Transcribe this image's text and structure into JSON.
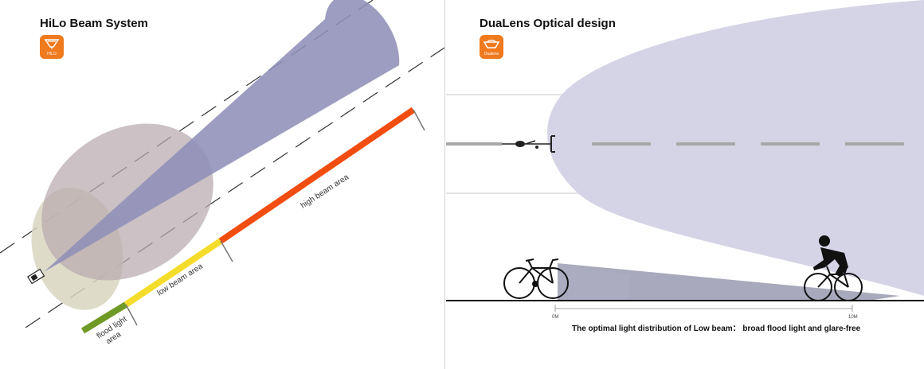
{
  "left_panel": {
    "title": "HiLo Beam System",
    "badge_text": "HILO",
    "areas": {
      "flood": [
        "flood light",
        "area"
      ],
      "low": "low beam area",
      "high": "high beam area"
    }
  },
  "right_panel": {
    "title": "DuaLens Optical design",
    "badge_text": "Dualens",
    "axis": {
      "start": "0M",
      "end": "10M"
    },
    "caption": "The optimal light distribution of Low beam：  broad flood light and glare-free"
  },
  "colors": {
    "accent": "#f07a1e",
    "high_beam": "#8f8fb8",
    "low_beam": "#b8aaae",
    "flood_beam": "#d8d6bf",
    "bar_flood": "#6f9a26",
    "bar_low": "#f4dc2a",
    "bar_high": "#f24d10",
    "right_beam": "#d5d4e6"
  },
  "icons": [
    "hilo-logo-icon",
    "dualens-logo-icon",
    "headlight-icon",
    "bicycle-icon",
    "cyclist-icon"
  ]
}
